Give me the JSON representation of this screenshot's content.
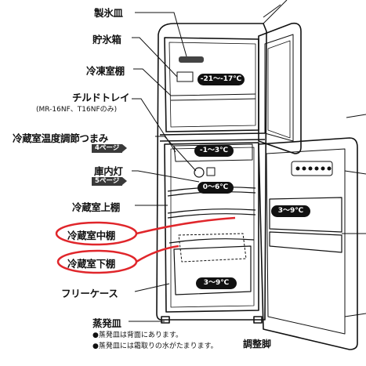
{
  "labels": {
    "ice_tray": "製氷皿",
    "ice_box": "貯氷箱",
    "freezer_shelf": "冷凍室棚",
    "chilled_tray": "チルドトレイ",
    "chilled_tray_note": "(MR-16NF、T16NFのみ)",
    "temp_knob": "冷蔵室温度調節つまみ",
    "temp_knob_page": "4ページ",
    "interior_light": "庫内灯",
    "interior_light_page": "5ページ",
    "upper_shelf": "冷蔵室上棚",
    "middle_shelf": "冷蔵室中棚",
    "lower_shelf": "冷蔵室下棚",
    "free_case": "フリーケース",
    "evaporator_tray": "蒸発皿"
  },
  "temps": {
    "freezer": "-21～-17℃",
    "chilled": "-1～3℃",
    "fridge": "0～6℃",
    "door": "3～9℃",
    "case": "3～9℃"
  },
  "notes": [
    "●蒸発皿は背面にあります。",
    "●蒸発皿には霜取りの水がたまります。"
  ],
  "adjust_foot": "調整脚",
  "colors": {
    "highlight": "#e0262b",
    "ink": "#111111"
  }
}
